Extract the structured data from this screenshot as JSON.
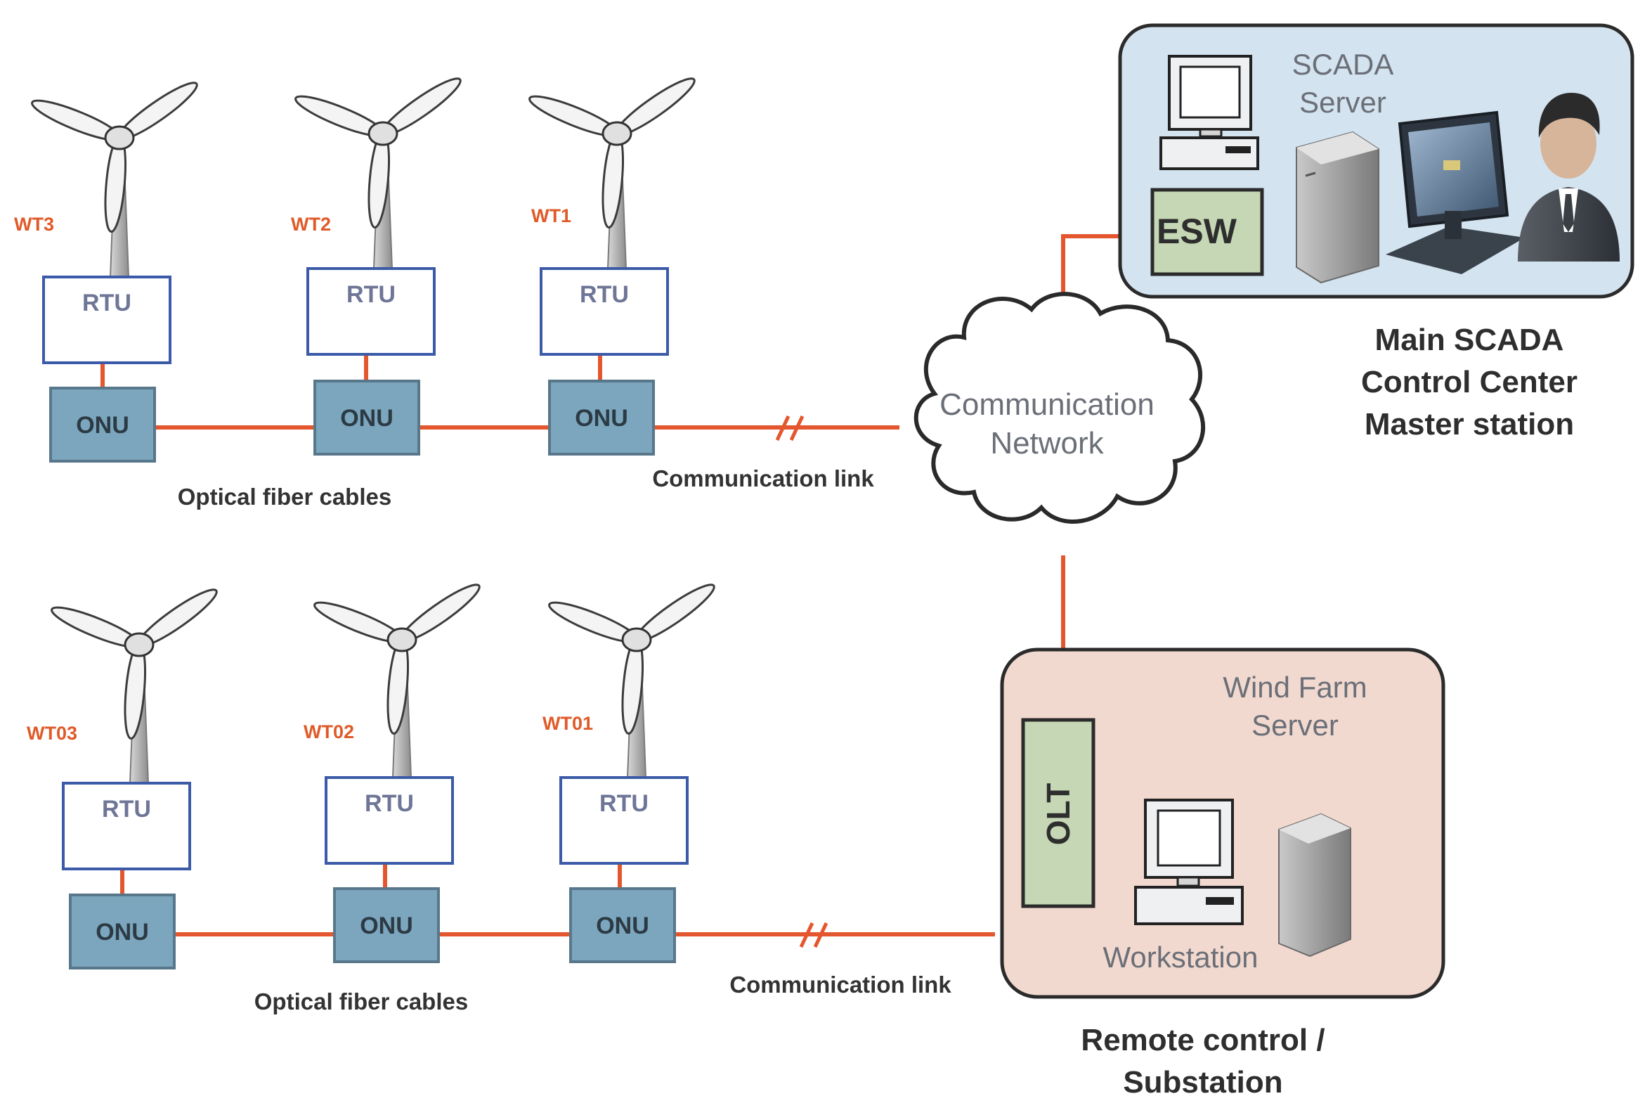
{
  "colors": {
    "link": "#e4572e",
    "wt_label": "#e05a28",
    "box_border": "#3b5aa8",
    "box_text": "#6e7596",
    "onu_fill": "#7ba6be",
    "onu_border": "#59778a",
    "scada_panel": "#d3e3ef",
    "station_panel": "#f2d9cf",
    "green_unit": "#c5d7b4"
  },
  "icons": [
    "wind-turbine-icon",
    "computer-icon",
    "server-tower-icon",
    "touch-monitor-icon",
    "operator-icon",
    "cloud-icon"
  ],
  "top_farm": {
    "turbines": [
      {
        "label": "WT3",
        "rtu": "RTU",
        "onu": "ONU"
      },
      {
        "label": "WT2",
        "rtu": "RTU",
        "onu": "ONU"
      },
      {
        "label": "WT1",
        "rtu": "RTU",
        "onu": "ONU"
      }
    ],
    "cables_label": "Optical fiber cables",
    "link_label": "Communication link"
  },
  "bottom_farm": {
    "turbines": [
      {
        "label": "WT03",
        "rtu": "RTU",
        "onu": "ONU"
      },
      {
        "label": "WT02",
        "rtu": "RTU",
        "onu": "ONU"
      },
      {
        "label": "WT01",
        "rtu": "RTU",
        "onu": "ONU"
      }
    ],
    "cables_label": "Optical fiber cables",
    "link_label": "Communication link"
  },
  "cloud": {
    "line1": "Communication",
    "line2": "Network"
  },
  "scada_center": {
    "server_line1": "SCADA",
    "server_line2": "Server",
    "esw": "ESW",
    "caption": [
      "Main SCADA",
      "Control Center",
      "Master station"
    ]
  },
  "substation": {
    "server_line1": "Wind Farm",
    "server_line2": "Server",
    "olt": "OLT",
    "workstation": "Workstation",
    "caption": [
      "Remote control /",
      "Substation"
    ]
  }
}
